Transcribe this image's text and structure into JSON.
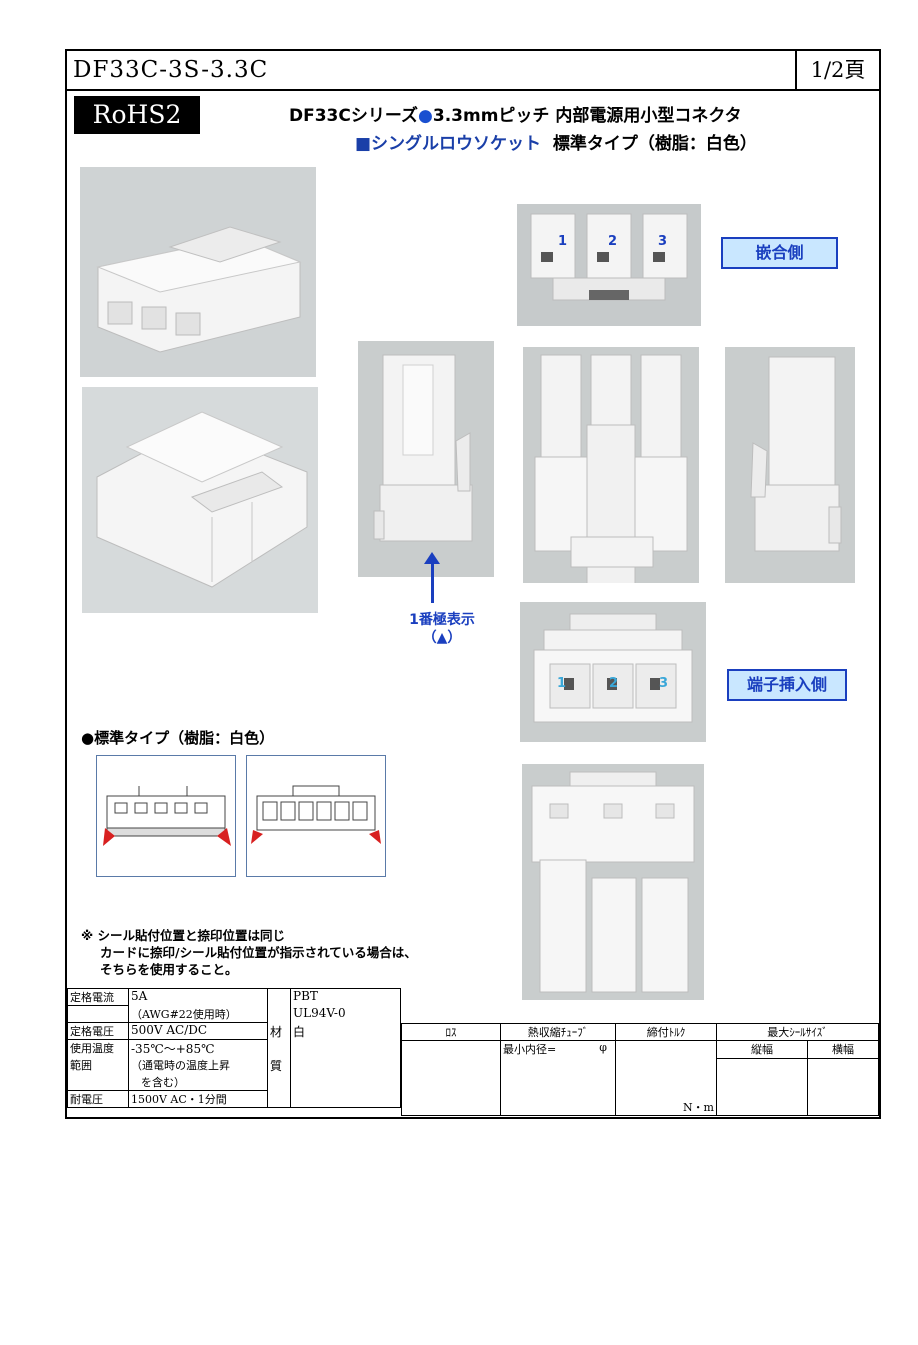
{
  "header": {
    "part_number": "DF33C-3S-3.3C",
    "page": "1/2頁"
  },
  "badge": "RoHS2",
  "title": {
    "line1_prefix": "DF33Cシリーズ",
    "line1_dot": "●",
    "line1_suffix": "3.3mmピッチ 内部電源用小型コネクタ",
    "line2_blue": "■シングルロウソケット",
    "line2_rest": "標準タイプ（樹脂：白色）"
  },
  "views": {
    "mating_side": "嵌合側",
    "terminal_side": "端子挿入側",
    "pin_numbers": [
      "1",
      "2",
      "3"
    ],
    "pin1_label_line1": "1番極表示",
    "pin1_label_line2": "（▲）"
  },
  "standard_type_title": "●標準タイプ（樹脂：白色）",
  "note": {
    "line1": "※ シール貼付位置と捺印位置は同じ",
    "line2": "カードに捺印/シール貼付位置が指示されている場合は、",
    "line3": "そちらを使用すること。"
  },
  "spec": {
    "rated_current_label": "定格電流",
    "rated_current_value": "5A",
    "rated_current_note": "（AWG#22使用時）",
    "rated_voltage_label": "定格電圧",
    "rated_voltage_value": "500V AC/DC",
    "temp_label1": "使用温度",
    "temp_label2": "範囲",
    "temp_value": "-35℃～+85℃",
    "temp_note1": "（通電時の温度上昇",
    "temp_note2": "を含む）",
    "withstand_label": "耐電圧",
    "withstand_value": "1500V AC・1分間",
    "material_label1": "材",
    "material_label2": "質",
    "material_line1": "PBT",
    "material_line2": "UL94V-0",
    "material_line3": "白",
    "col_lot": "ﾛｽ",
    "col_tube": "熱収縮ﾁｭｰﾌﾞ",
    "col_torque": "締付ﾄﾙｸ",
    "col_seal": "最大ｼｰﾙｻｲｽﾞ",
    "seal_height": "縦幅",
    "seal_width": "横幅",
    "tube_min_label": "最小内径=",
    "tube_unit": "φ",
    "torque_unit": "N・m"
  }
}
